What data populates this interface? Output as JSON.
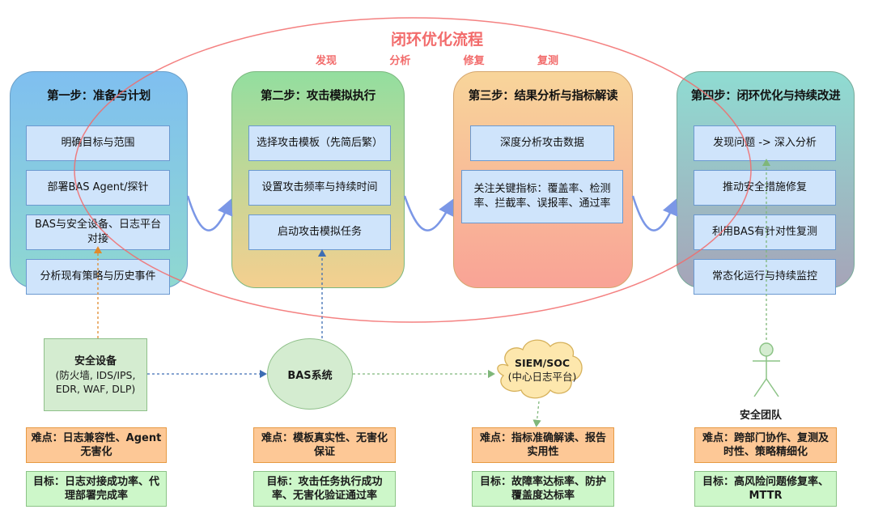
{
  "loop": {
    "title": "闭环优化流程",
    "steps": [
      "发现",
      "分析",
      "修复",
      "复测"
    ]
  },
  "columns": [
    {
      "title": "第一步：准备与计划",
      "items": [
        "明确目标与范围",
        "部署BAS Agent/探针",
        "BAS与安全设备、日志平台对接",
        "分析现有策略与历史事件"
      ]
    },
    {
      "title": "第二步：攻击模拟执行",
      "items": [
        "选择攻击模板（先简后繁）",
        "设置攻击频率与持续时间",
        "启动攻击模拟任务"
      ]
    },
    {
      "title": "第三步：结果分析与指标解读",
      "items": [
        "深度分析攻击数据",
        "关注关键指标：覆盖率、检测率、拦截率、误报率、通过率"
      ]
    },
    {
      "title": "第四步：闭环优化与持续改进",
      "items": [
        "发现问题 -> 深入分析",
        "推动安全措施修复",
        "利用BAS有针对性复测",
        "常态化运行与持续监控"
      ]
    }
  ],
  "nodes": {
    "security_devices": {
      "title": "安全设备",
      "detail_1": "(防火墙, IDS/IPS,",
      "detail_2": "EDR, WAF, DLP)"
    },
    "bas_system": {
      "label": "BAS系统"
    },
    "siem": {
      "title": "SIEM/SOC",
      "subtitle": "(中心日志平台)"
    },
    "security_team": {
      "label": "安全团队"
    }
  },
  "difficulties": [
    "难点：日志兼容性、Agent无害化",
    "难点：模板真实性、无害化保证",
    "难点：指标准确解读、报告实用性",
    "难点：跨部门协作、复测及时性、策略精细化"
  ],
  "goals": [
    "目标：日志对接成功率、代理部署完成率",
    "目标：攻击任务执行成功率、无害化验证通过率",
    "目标：故障率达标率、防护覆盖度达标率",
    "目标：高风险问题修复率、MTTR"
  ],
  "colors": {
    "loop": "#f26b6b",
    "flow_arrow": "#7b97e6",
    "item_fill": "#cfe4fb",
    "difficulty_fill": "#fdc896",
    "goal_fill": "#cdf7c9"
  }
}
